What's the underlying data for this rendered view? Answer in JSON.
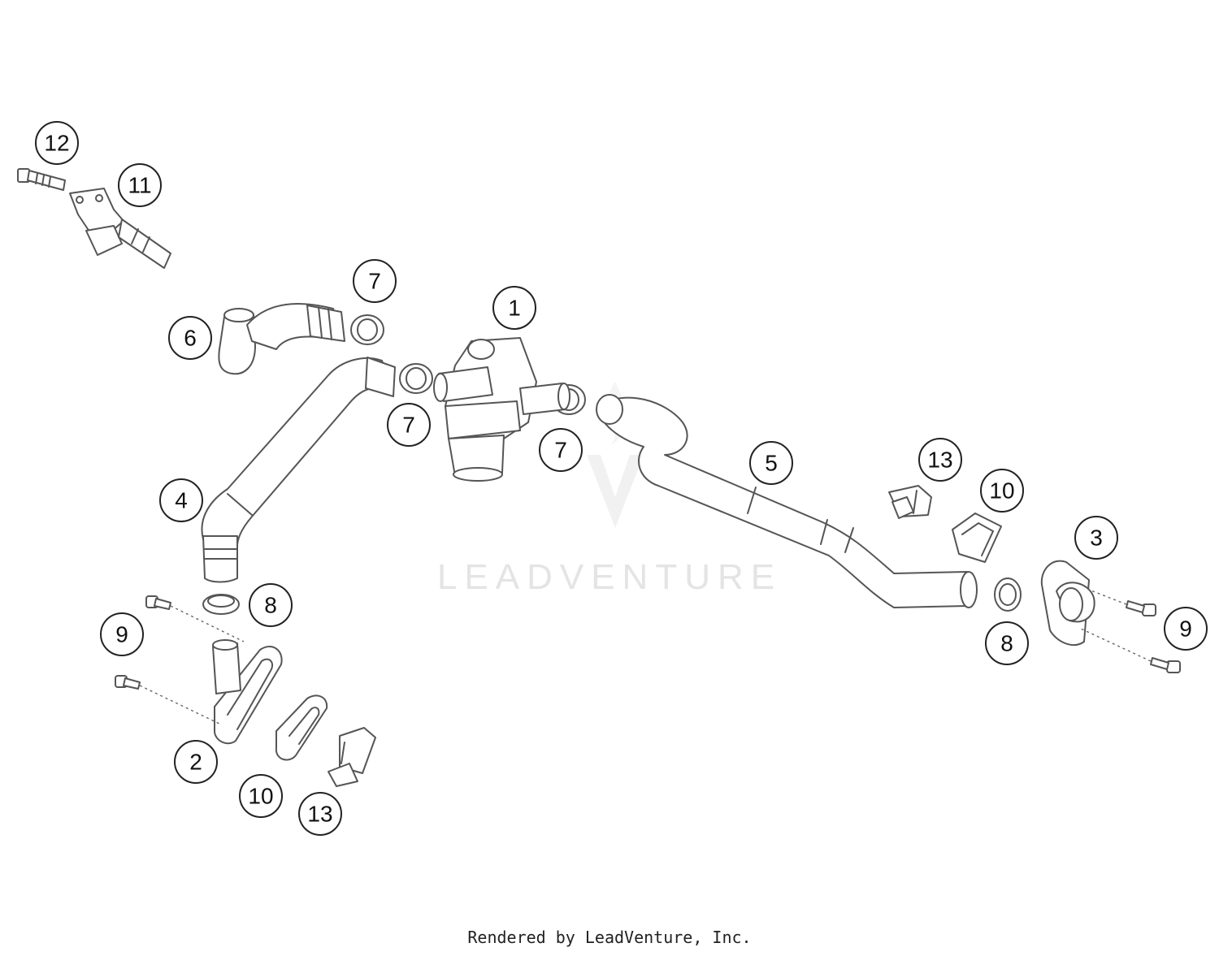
{
  "watermark": {
    "text": "LEADVENTURE"
  },
  "footer": {
    "text": "Rendered by LeadVenture, Inc."
  },
  "callouts": [
    {
      "id": "1",
      "label": "1"
    },
    {
      "id": "2",
      "label": "2"
    },
    {
      "id": "3",
      "label": "3"
    },
    {
      "id": "4",
      "label": "4"
    },
    {
      "id": "5",
      "label": "5"
    },
    {
      "id": "6",
      "label": "6"
    },
    {
      "id": "7a",
      "label": "7"
    },
    {
      "id": "7b",
      "label": "7"
    },
    {
      "id": "7c",
      "label": "7"
    },
    {
      "id": "8a",
      "label": "8"
    },
    {
      "id": "8b",
      "label": "8"
    },
    {
      "id": "9a",
      "label": "9"
    },
    {
      "id": "9b",
      "label": "9"
    },
    {
      "id": "10a",
      "label": "10"
    },
    {
      "id": "10b",
      "label": "10"
    },
    {
      "id": "11",
      "label": "11"
    },
    {
      "id": "12",
      "label": "12"
    },
    {
      "id": "13a",
      "label": "13"
    },
    {
      "id": "13b",
      "label": "13"
    }
  ]
}
